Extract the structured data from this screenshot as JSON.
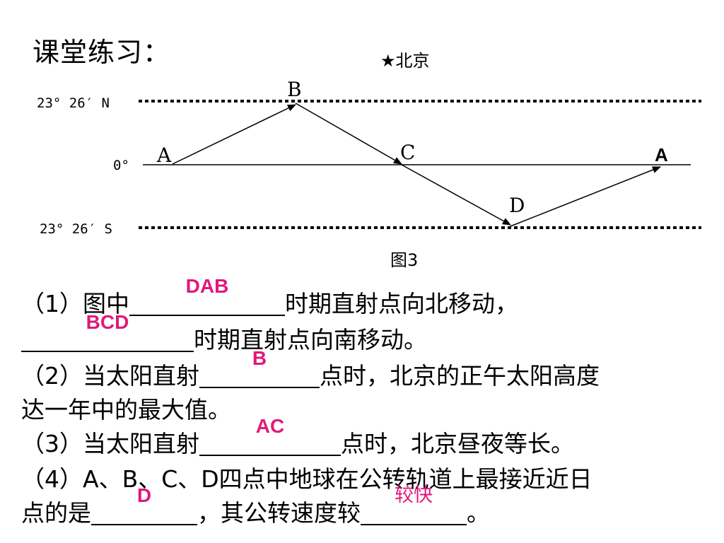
{
  "page": {
    "title": "课堂练习："
  },
  "diagram": {
    "beijing_label": "★北京",
    "lat_north_label": "23° 26′ N",
    "equator_label": "0°",
    "lat_south_label": "23° 26′ S",
    "points": {
      "A": "A",
      "B": "B",
      "C": "C",
      "D": "D",
      "A2": "A"
    },
    "caption": "图3"
  },
  "questions": {
    "q1": {
      "num": "（1）",
      "part1": "图中",
      "ans1": "DAB",
      "part2": "时期直射点向北移动，",
      "ans2": "BCD",
      "part3": "时期直射点向南移动。"
    },
    "q2": {
      "num": "（2）",
      "part1": "当太阳直射",
      "ans": "B",
      "part2": "点时，北京的正午太阳高度",
      "part3": "达一年中的最大值。"
    },
    "q3": {
      "num": "（3）",
      "part1": "当太阳直射",
      "ans": "AC",
      "part2": "点时，北京昼夜等长。"
    },
    "q4": {
      "num": "（4）",
      "part1": "A、B、C、D四点中地球在公转轨道上最接近近日",
      "part2": "点的是",
      "ans1": "D",
      "part3": "，其公转速度较",
      "ans2": "较快",
      "part4": "。"
    }
  }
}
